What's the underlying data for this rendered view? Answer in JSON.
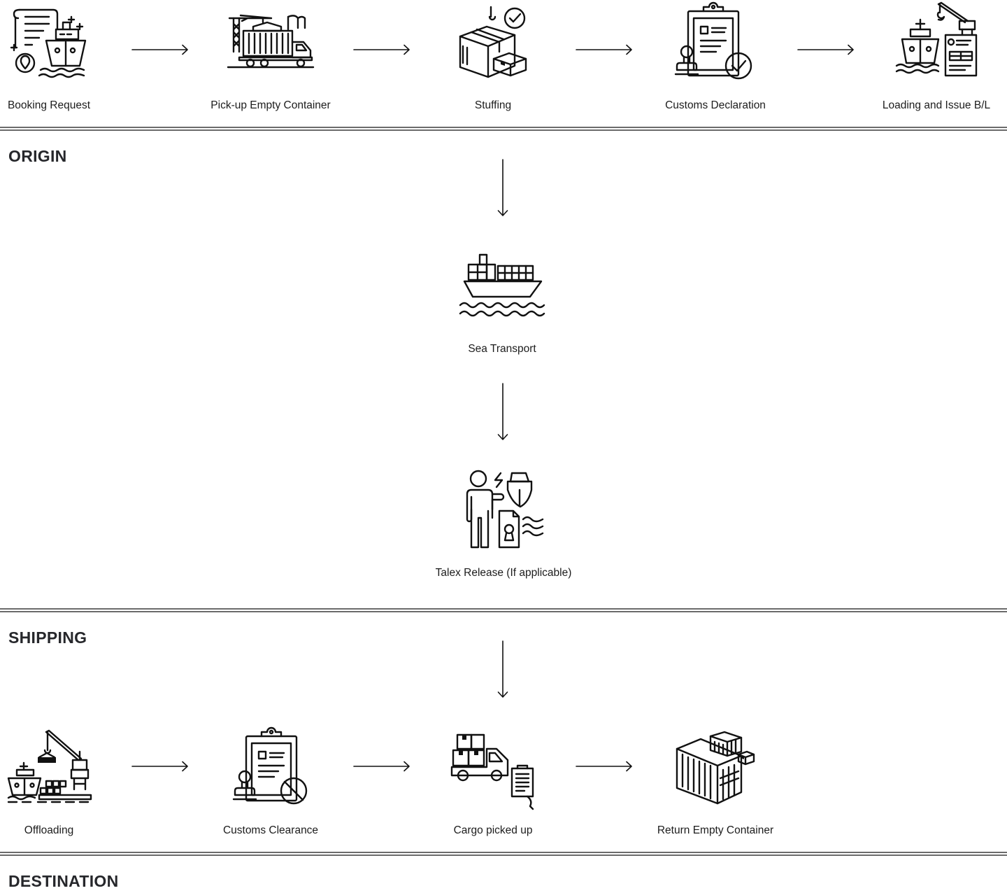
{
  "sections": {
    "origin": "ORIGIN",
    "shipping": "SHIPPING",
    "destination": "DESTINATION"
  },
  "steps": {
    "booking_request": {
      "label": "Booking Request",
      "icon": "booking-document-ship-icon"
    },
    "pickup_empty_container": {
      "label": "Pick-up Empty Container",
      "icon": "container-truck-icon"
    },
    "stuffing": {
      "label": "Stuffing",
      "icon": "cargo-boxes-check-icon"
    },
    "customs_declaration": {
      "label": "Customs Declaration",
      "icon": "clipboard-stamp-check-icon"
    },
    "loading_issue_bl": {
      "label": "Loading and Issue B/L",
      "icon": "ship-crane-document-icon"
    },
    "sea_transport": {
      "label": "Sea Transport",
      "icon": "container-ship-icon"
    },
    "talex_release": {
      "label": "Talex Release (If applicable)",
      "icon": "person-ship-certificate-icon"
    },
    "offloading": {
      "label": "Offloading",
      "icon": "port-crane-ship-icon"
    },
    "customs_clearance": {
      "label": "Customs Clearance",
      "icon": "clipboard-stamp-prohibited-icon"
    },
    "cargo_picked_up": {
      "label": "Cargo picked up",
      "icon": "truck-boxes-clipboard-icon"
    },
    "return_empty_container": {
      "label": "Return Empty Container",
      "icon": "open-container-boxes-icon"
    }
  }
}
